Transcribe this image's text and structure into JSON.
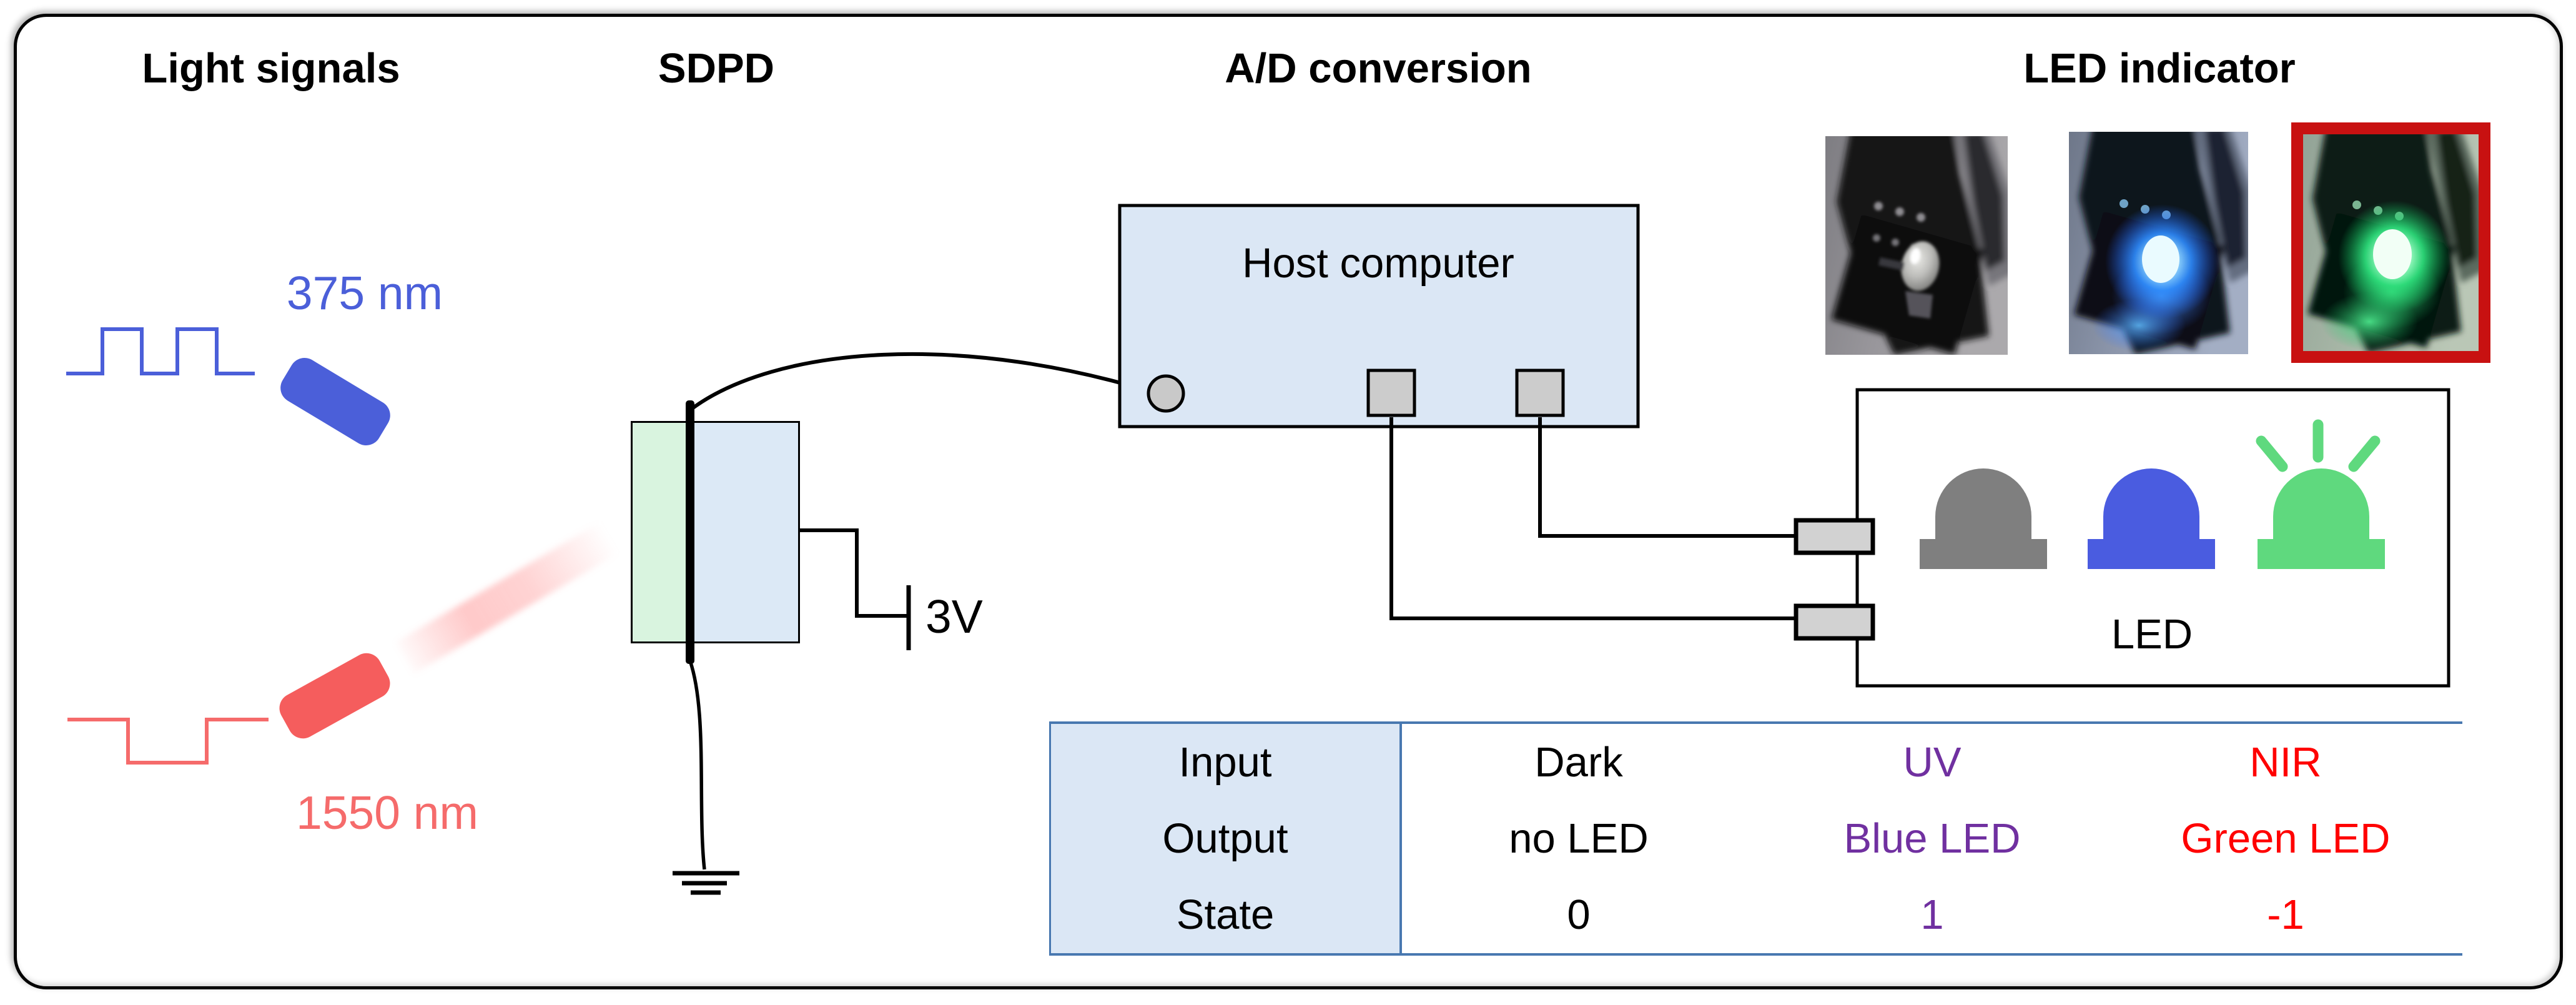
{
  "titles": {
    "light_signals": "Light signals",
    "sdpd": "SDPD",
    "ad_conversion": "A/D conversion",
    "led_indicator": "LED indicator"
  },
  "signals": {
    "uv": {
      "wavelength": "375 nm"
    },
    "nir": {
      "wavelength": "1550 nm"
    }
  },
  "sdpd": {
    "bias_voltage": "3V"
  },
  "host": {
    "label": "Host computer"
  },
  "led_box": {
    "label": "LED"
  },
  "icons": {
    "uv_laser": "blue-laser-diode-icon",
    "nir_laser": "red-laser-diode-icon",
    "nir_beam": "pink-light-beam",
    "ground": "ground-symbol-icon",
    "battery": "battery-terminal-icon",
    "host_circle_port": "round-port-icon",
    "host_square_ports": "square-port-icon",
    "led_off": "gray-led-dome-icon",
    "led_blue": "blue-led-dome-icon",
    "led_green": "green-led-dome-radiating-icon",
    "photo_off": "led-module-photo-off",
    "photo_blue": "led-module-photo-blue-lit",
    "photo_green": "led-module-photo-green-lit-highlighted"
  },
  "colors": {
    "uv_blue": "#4B5FD9",
    "nir_salmon": "#F56B6B",
    "beam_pink": "#FF9D9D",
    "sdpd_green_fill": "#D9F4DF",
    "panel_blue_fill": "#DBE7F5",
    "table_line_blue": "#4878B0",
    "uv_column_purple": "#7030A0",
    "nir_column_red": "#FF0000",
    "photo_frame_red": "#C81111",
    "led_gray": "#7F7F7F",
    "led_blue": "#4A5CE0",
    "led_green": "#5FD97E",
    "wire_black": "#000000",
    "port_gray": "#C9C9C9"
  },
  "table": {
    "row_labels": [
      "Input",
      "Output",
      "State"
    ],
    "columns": [
      {
        "name": "dark",
        "input": "Dark",
        "output": "no LED",
        "state": "0"
      },
      {
        "name": "uv",
        "input": "UV",
        "output": "Blue LED",
        "state": "1"
      },
      {
        "name": "nir",
        "input": "NIR",
        "output": "Green LED",
        "state": "-1"
      }
    ]
  }
}
